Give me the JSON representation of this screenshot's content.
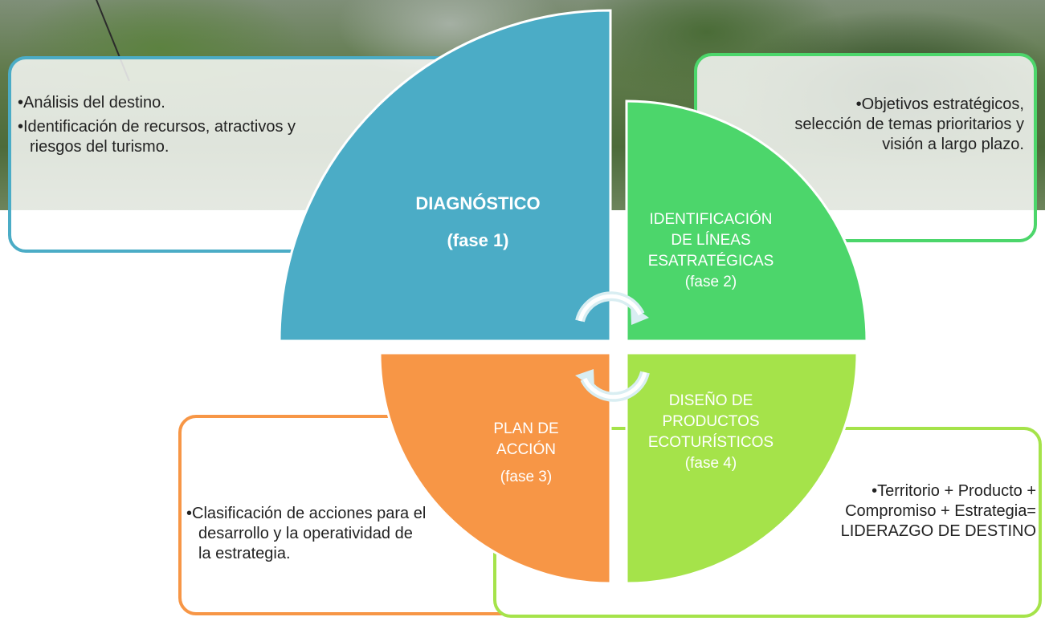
{
  "phases": [
    {
      "id": 1,
      "title": "DIAGNÓSTICO",
      "phase": "(fase 1)",
      "color": "#4bacc6",
      "bullets": [
        "•Análisis del destino.",
        "•Identificación de recursos, atractivos y riesgos del turismo."
      ]
    },
    {
      "id": 2,
      "title_lines": [
        "IDENTIFICACIÓN",
        "DE LÍNEAS",
        "ESATRATÉGICAS"
      ],
      "phase": "(fase 2)",
      "color": "#4cd66b",
      "bullets": [
        "•Objetivos estratégicos, selección de temas prioritarios y visión a largo plazo."
      ]
    },
    {
      "id": 3,
      "title_lines": [
        "PLAN DE",
        "ACCIÓN"
      ],
      "phase": "(fase 3)",
      "color": "#f79646",
      "bullets": [
        "•Clasificación de acciones para el desarrollo y la operatividad de la estrategia."
      ]
    },
    {
      "id": 4,
      "title_lines": [
        "DISEÑO DE",
        "PRODUCTOS",
        "ECOTURÍSTICOS"
      ],
      "phase": "(fase 4)",
      "color": "#a5e34a",
      "bullets": [
        "•Territorio + Producto + Compromiso + Estrategia= LIDERAZGO DE DESTINO"
      ]
    }
  ]
}
